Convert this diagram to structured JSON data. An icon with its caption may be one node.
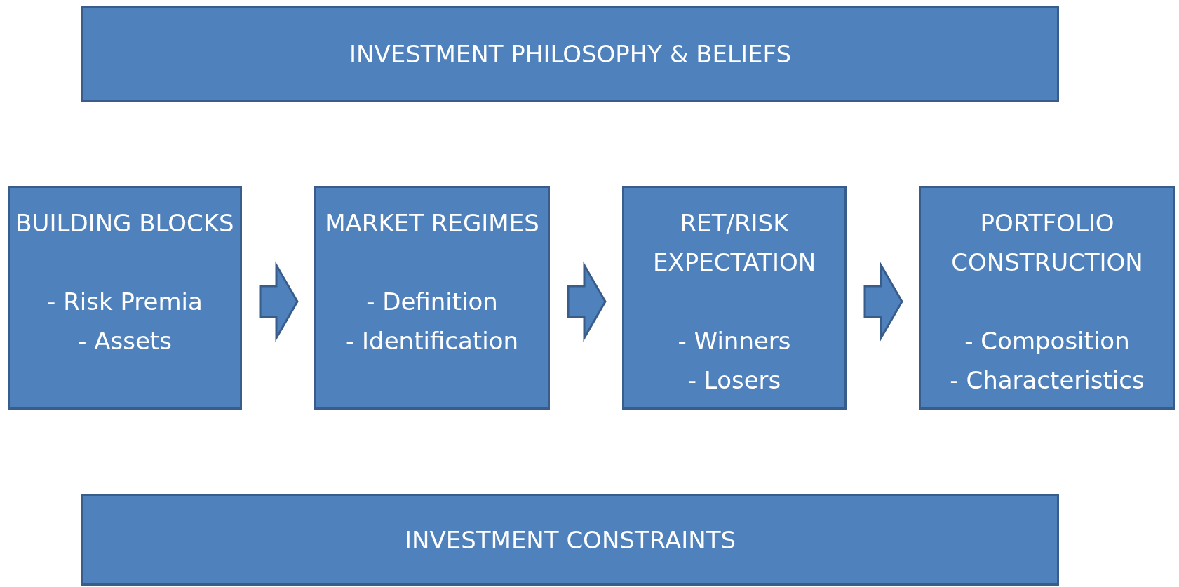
{
  "diagram": {
    "nodes": [
      {
        "text": [
          "INVESTMENT PHILOSOPHY & BELIEFS"
        ]
      },
      {
        "text": [
          "BUILDING BLOCKS",
          "- Risk Premia",
          "- Assets"
        ]
      },
      {
        "text": [
          "MARKET REGIMES",
          "- Definition",
          "- Identification"
        ]
      },
      {
        "text": [
          "RET/RISK EXPECTATION",
          "- Winners",
          "- Losers"
        ]
      },
      {
        "text": [
          "PORTFOLIO CONSTRUCTION",
          "- Composition",
          "- Characteristics"
        ]
      },
      {
        "text": [
          "INVESTMENT CONSTRAINTS"
        ]
      }
    ],
    "edges": [
      {
        "from": 1,
        "to": 2,
        "arrow": "to"
      },
      {
        "from": 2,
        "to": 3,
        "arrow": "to"
      },
      {
        "from": 3,
        "to": 4,
        "arrow": "to"
      }
    ]
  }
}
